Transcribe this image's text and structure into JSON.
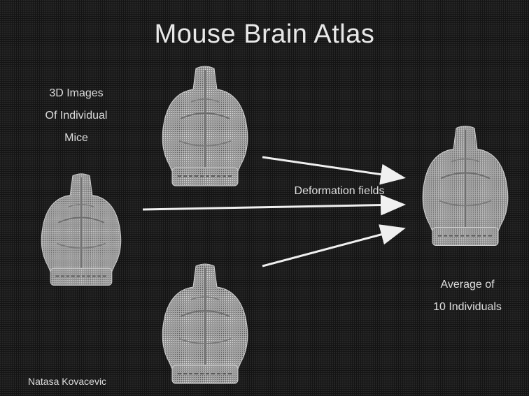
{
  "slide": {
    "title": "Mouse Brain Atlas",
    "individuals_label": [
      "3D Images",
      "Of Individual",
      "Mice"
    ],
    "deformation_label": "Deformation fields",
    "average_label": [
      "Average of",
      "10 Individuals"
    ],
    "credit": "Natasa Kovacevic"
  },
  "colors": {
    "background": "#141414",
    "text": "#e0e0e0",
    "brain_fill": "#9c9c9c",
    "arrow": "#f0f0f0"
  },
  "icons": [
    "mouse-brain-image",
    "arrow-icon"
  ]
}
